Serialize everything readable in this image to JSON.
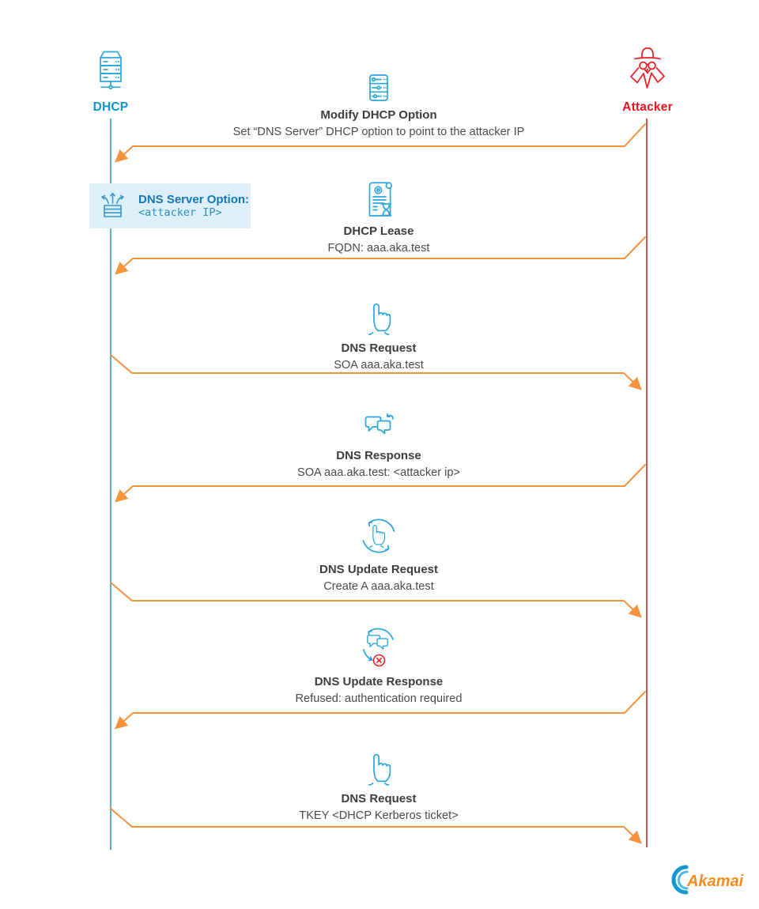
{
  "diagram": {
    "actors": {
      "left": {
        "label": "DHCP",
        "icon": "server-icon",
        "color": "#0a96d3"
      },
      "right": {
        "label": "Attacker",
        "icon": "spy-icon",
        "color": "#e8131d"
      }
    },
    "messages": [
      {
        "title": "Modify DHCP Option",
        "subtitle": "Set “DNS Server” DHCP option to point to the attacker IP",
        "direction": "attacker-to-dhcp",
        "icon": "server-settings-icon"
      },
      {
        "title": "DHCP Lease",
        "subtitle": "FQDN: aaa.aka.test",
        "direction": "attacker-to-dhcp",
        "icon": "lease-document-icon"
      },
      {
        "title": "DNS Request",
        "subtitle": "SOA aaa.aka.test",
        "direction": "dhcp-to-attacker",
        "icon": "hand-click-icon"
      },
      {
        "title": "DNS Response",
        "subtitle": "SOA aaa.aka.test: <attacker ip>",
        "direction": "attacker-to-dhcp",
        "icon": "chat-bubbles-icon"
      },
      {
        "title": "DNS Update Request",
        "subtitle": "Create A aaa.aka.test",
        "direction": "dhcp-to-attacker",
        "icon": "hand-click-refresh-icon"
      },
      {
        "title": "DNS Update Response",
        "subtitle": "Refused: authentication required",
        "direction": "attacker-to-dhcp",
        "icon": "chat-refresh-error-icon"
      },
      {
        "title": "DNS Request",
        "subtitle": "TKEY <DHCP Kerberos ticket>",
        "direction": "dhcp-to-attacker",
        "icon": "hand-click-icon"
      }
    ],
    "note": {
      "title": "DNS Server Option:",
      "value": "<attacker IP>",
      "icon": "server-broadcast-icon"
    },
    "colors": {
      "arrow_orange": "#f6923c",
      "icon_blue": "#2aa6db",
      "actor_blue": "#0a96d3",
      "actor_red": "#e8131d",
      "lifeline_blue": "#5fb0d0",
      "lifeline_red": "#db564c",
      "title_text": "#3d3d3d",
      "subtitle_text": "#4a4a4a",
      "note_bg": "#ddeff8",
      "note_text": "#1778b7"
    },
    "footer": {
      "brand": "Akamai"
    }
  }
}
